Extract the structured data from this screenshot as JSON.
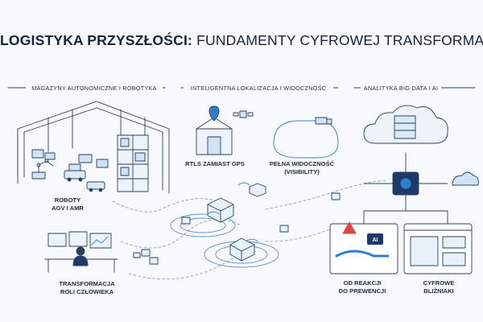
{
  "title": {
    "bold": "LOGISTYKA PRZYSZŁOŚCI:",
    "light": "FUNDAMENTY CYFROWEJ TRANSFORMACJI"
  },
  "sections": {
    "warehouse": "MAGAZYNY AUTONOMICZNE I ROBOTYKA",
    "location": "INTELIGENTNA LOKALIZACJA I WIDOCZNOŚĆ",
    "analytics": "ANALITYKA BIG DATA I AI"
  },
  "captions": {
    "robots": "ROBOTY\nAGV I AMR",
    "rtls": "RTLS ZAMIAST GPS",
    "visibility": "PEŁNA WIDOCZNOŚĆ\n(VISIBILITY)",
    "human": "TRANSFORMACJA\nROLI CZŁOWIEKA",
    "prevention": "OD REAKCJI\nDO PREWENCJI",
    "twins": "CYFROWE\nBLIŹNIAKI"
  },
  "badges": {
    "ai": "AI"
  },
  "colors": {
    "line": "#27405f",
    "accent": "#2f7fd1",
    "light_blue": "#cfe2f6",
    "alert": "#e0453b",
    "text": "#14243d"
  },
  "icons": [
    "warehouse-icon",
    "robot-arm-icon",
    "agv-icon",
    "operator-icon",
    "satellite-icon",
    "truck-icon",
    "cloud-server-icon",
    "chip-icon",
    "alert-icon",
    "digital-twin-icon",
    "wifi-icon"
  ]
}
